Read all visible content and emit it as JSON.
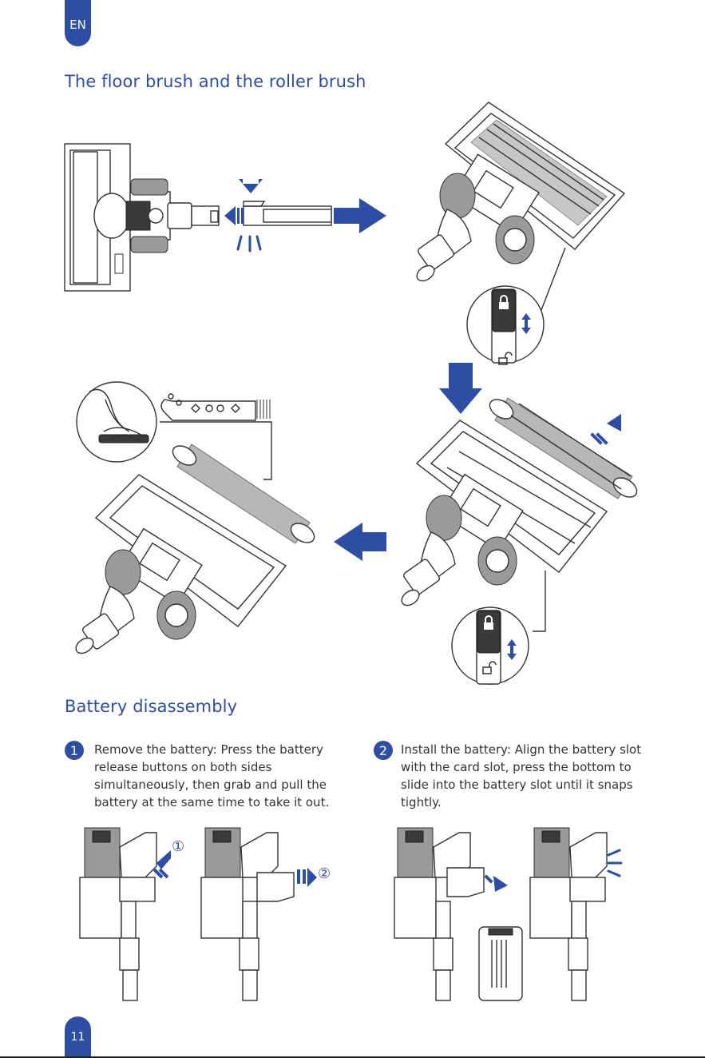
{
  "page": {
    "lang": "EN",
    "number": "11"
  },
  "sections": {
    "brush_title": "The floor brush and the roller brush",
    "battery_title": "Battery disassembly"
  },
  "steps": [
    {
      "num": "1",
      "lines": [
        "Remove the battery: Press the battery",
        "release buttons on both sides",
        "simultaneously, then grab and pull the",
        "battery at the same time to take it out."
      ]
    },
    {
      "num": "2",
      "lines": [
        "Install the battery: Align the battery slot",
        "with the card slot, press the bottom to",
        "slide into the battery slot until it snaps",
        "tightly."
      ]
    }
  ],
  "callouts": {
    "c1": "①",
    "c2": "②"
  },
  "colors": {
    "accent": "#2e4ea3",
    "line": "#333333"
  },
  "icons": [
    "lock-icon",
    "unlock-icon",
    "arrow-right-icon",
    "arrow-down-icon",
    "arrow-left-icon",
    "up-down-arrow-icon"
  ]
}
